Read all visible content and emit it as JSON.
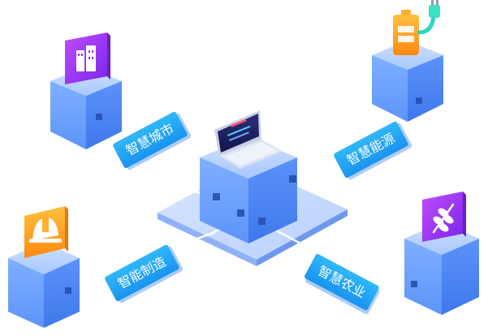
{
  "labels": {
    "city": "智慧城市",
    "energy": "智慧能源",
    "manufacturing": "智能制造",
    "agriculture": "智慧农业"
  },
  "icons": {
    "city": "buildings-icon",
    "energy": "battery-plug-icon",
    "manufacturing": "safety-helmet-icon",
    "agriculture": "wheat-icon",
    "center": "laptop-icon"
  },
  "colors": {
    "cube_top": "#b9d3ff",
    "cube_left": "#6fa4ff",
    "cube_right": "#4c86f4",
    "label_bg": "#1f9ef3",
    "icon_purple": "#a033f0",
    "icon_orange": "#ff9a1f"
  }
}
